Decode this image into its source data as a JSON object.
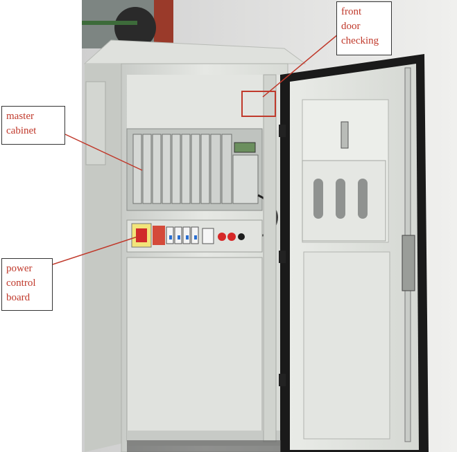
{
  "callouts": {
    "front_door": {
      "lines": [
        "front",
        "door",
        "checking"
      ]
    },
    "master_cabinet": {
      "lines": [
        "master",
        "cabinet"
      ]
    },
    "power_board": {
      "lines": [
        "power",
        "control",
        "board"
      ]
    }
  },
  "colors": {
    "annotation_text": "#c0392b",
    "leader_line": "#c0392b",
    "cabinet_body": "#e4e6e2",
    "door_frame": "#1a1a1a"
  }
}
